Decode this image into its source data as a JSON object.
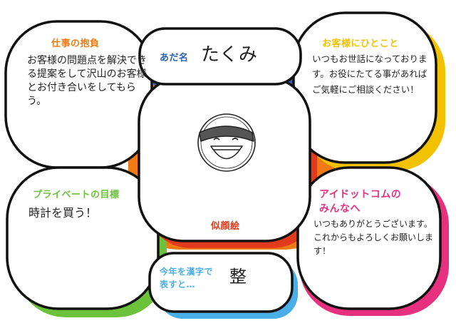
{
  "colors": {
    "orange": "#f07a14",
    "blue": "#2b62b8",
    "yellow": "#f2c200",
    "red": "#e23a1c",
    "green": "#6cc23a",
    "sky": "#4aaee8",
    "pink": "#e8317e",
    "ink": "#222222"
  },
  "icons": {
    "portrait": "smiling-face-icon"
  },
  "cards": {
    "job": {
      "title": "仕事の抱負",
      "body": "お客様の問題点を解決できる提案をして沢山のお客様とお付き合いをしてもらう。"
    },
    "nickname": {
      "title": "あだ名",
      "value": "たくみ"
    },
    "message": {
      "title": "お客様にひとこと",
      "body": "いつもお世話になっております。お役にたてる事があればご気軽にご相談ください！"
    },
    "portrait": {
      "caption": "似顔絵"
    },
    "private_goal": {
      "title": "プライベートの目標",
      "body": "時計を買う！"
    },
    "team": {
      "title_line1": "アイドットコムの",
      "title_line2": "みんなへ",
      "body": "いつもありがとうございます。これからもよろしくお願いします！"
    },
    "kanji": {
      "title_line1": "今年を漢字で",
      "title_line2": "表すと…",
      "value": "整"
    }
  }
}
